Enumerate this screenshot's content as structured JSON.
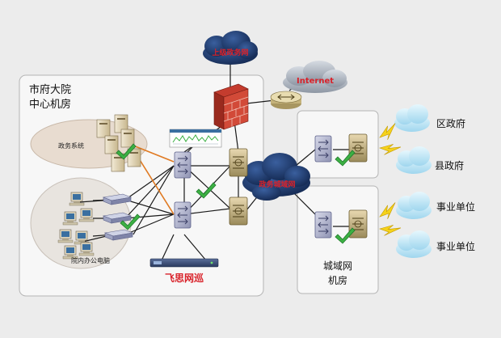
{
  "hq_panel": {
    "title_line1": "市府大院",
    "title_line2": "中心机房"
  },
  "gov_system": {
    "label": "政务系统"
  },
  "office_pcs": {
    "label": "院内办公电脑"
  },
  "brand": {
    "label": "飞思网巡"
  },
  "upper_network": {
    "label": "上级政务网"
  },
  "internet": {
    "label": "Internet"
  },
  "gov_extranet": {
    "label": "政务城域网"
  },
  "metro_room": {
    "title_line1": "城域网",
    "title_line2": "机房"
  },
  "sites": {
    "district_gov": "区政府",
    "county_gov": "县政府",
    "public_unit_1": "事业单位",
    "public_unit_2": "事业单位"
  },
  "colors": {
    "link_black": "#1a1a1a",
    "link_orange": "#e07a22",
    "check_green": "#3cb043",
    "brand_red": "#d9222a",
    "cloud_dark": "#1e3a70",
    "cloud_light": "#bfe6f6"
  }
}
